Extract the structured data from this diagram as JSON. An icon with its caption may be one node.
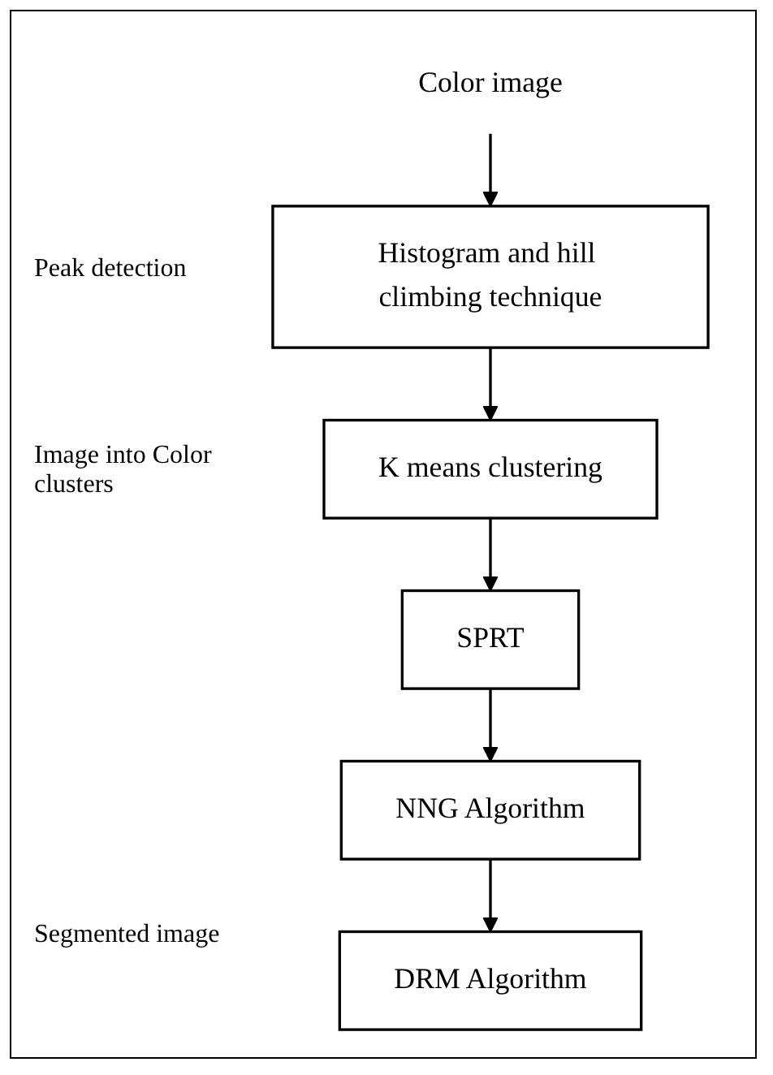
{
  "diagram": {
    "nodes": [
      {
        "text": [
          "Color image"
        ]
      },
      {
        "text": [
          "Histogram and hill climbing technique"
        ]
      },
      {
        "text": [
          "K means clustering"
        ]
      },
      {
        "text": [
          "SPRT"
        ]
      },
      {
        "text": [
          "NNG Algorithm"
        ]
      },
      {
        "text": [
          "DRM Algorithm"
        ]
      }
    ],
    "edges": [
      {
        "from": 0,
        "to": 1,
        "arrow": "to"
      },
      {
        "from": 1,
        "to": 2,
        "arrow": "to"
      },
      {
        "from": 2,
        "to": 3,
        "arrow": "to"
      },
      {
        "from": 3,
        "to": 4,
        "arrow": "to"
      },
      {
        "from": 4,
        "to": 5,
        "arrow": "to"
      }
    ],
    "labels": [
      "Peak detection",
      "Image into Color clusters",
      "Segmented image"
    ]
  }
}
